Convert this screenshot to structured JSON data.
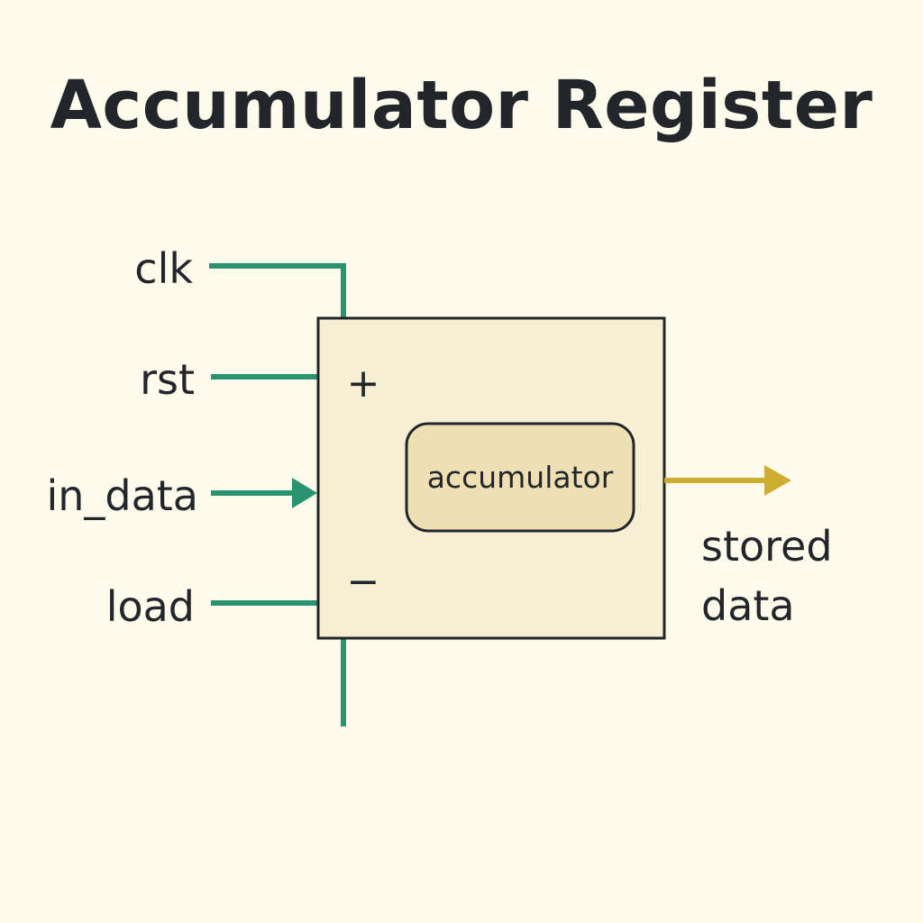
{
  "title": "Accumulator Register",
  "inputs": {
    "clk": "clk",
    "rst": "rst",
    "in_data": "in_data",
    "load": "load"
  },
  "block": {
    "plus_sign": "+",
    "minus_sign": "−",
    "inner_label": "accumulator"
  },
  "output": {
    "label_line1": "stored",
    "label_line2": "data"
  },
  "colors": {
    "background": "#FEFAEC",
    "block_fill": "#F7EFD4",
    "inner_fill": "#EEE0B3",
    "outline": "#22252A",
    "input_wires": "#2A9470",
    "output_wire": "#CDAE30"
  }
}
